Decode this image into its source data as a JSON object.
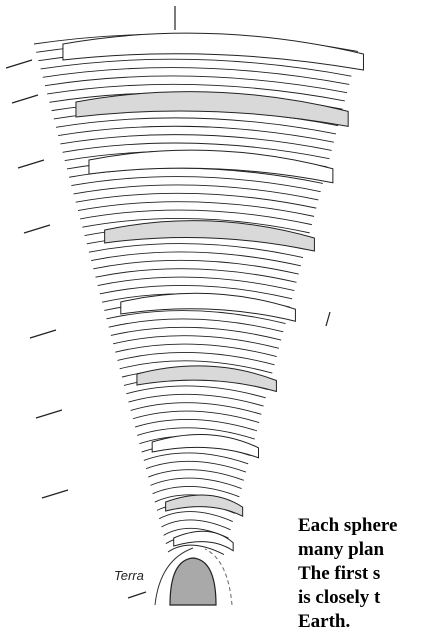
{
  "diagram": {
    "earth_label": "Terra",
    "caption_lines": [
      "Each sphere",
      "many plan",
      "The first s",
      "is closely t",
      "Earth."
    ],
    "colors": {
      "earth_fill": "#a9a9a9",
      "plate_fill": "#ffffff",
      "plate_shade": "#d9d9d9",
      "stroke": "#222222"
    }
  }
}
